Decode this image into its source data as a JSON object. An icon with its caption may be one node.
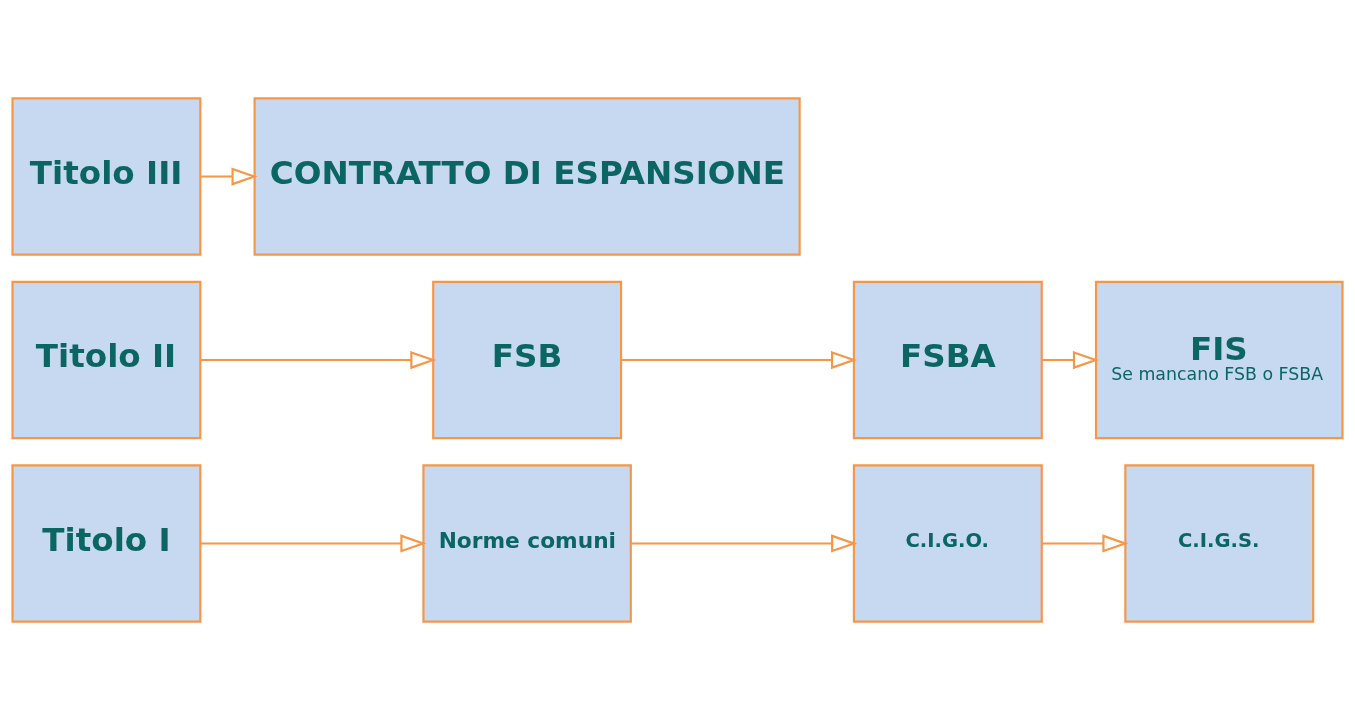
{
  "diagram": {
    "nodes": [
      {
        "text": [
          "Titolo I"
        ]
      },
      {
        "text": [
          "Norme comuni"
        ]
      },
      {
        "text": [
          "C.I.G.O."
        ]
      },
      {
        "text": [
          "C.I.G.S."
        ]
      },
      {
        "text": [
          "Titolo II"
        ]
      },
      {
        "text": [
          "FSB"
        ]
      },
      {
        "text": [
          "FSBA"
        ]
      },
      {
        "text": [
          "FIS",
          "Se mancano FSB o FSBA"
        ]
      },
      {
        "text": [
          "Titolo III"
        ]
      },
      {
        "text": [
          "CONTRATTO DI ESPANSIONE"
        ]
      }
    ],
    "edges": [
      {
        "from": 0,
        "to": 1,
        "arrow": "to"
      },
      {
        "from": 1,
        "to": 2,
        "arrow": "to"
      },
      {
        "from": 2,
        "to": 3,
        "arrow": "to"
      },
      {
        "from": 4,
        "to": 5,
        "arrow": "to"
      },
      {
        "from": 5,
        "to": 6,
        "arrow": "to"
      },
      {
        "from": 6,
        "to": 7,
        "arrow": "to"
      },
      {
        "from": 8,
        "to": 9,
        "arrow": "to"
      }
    ]
  }
}
